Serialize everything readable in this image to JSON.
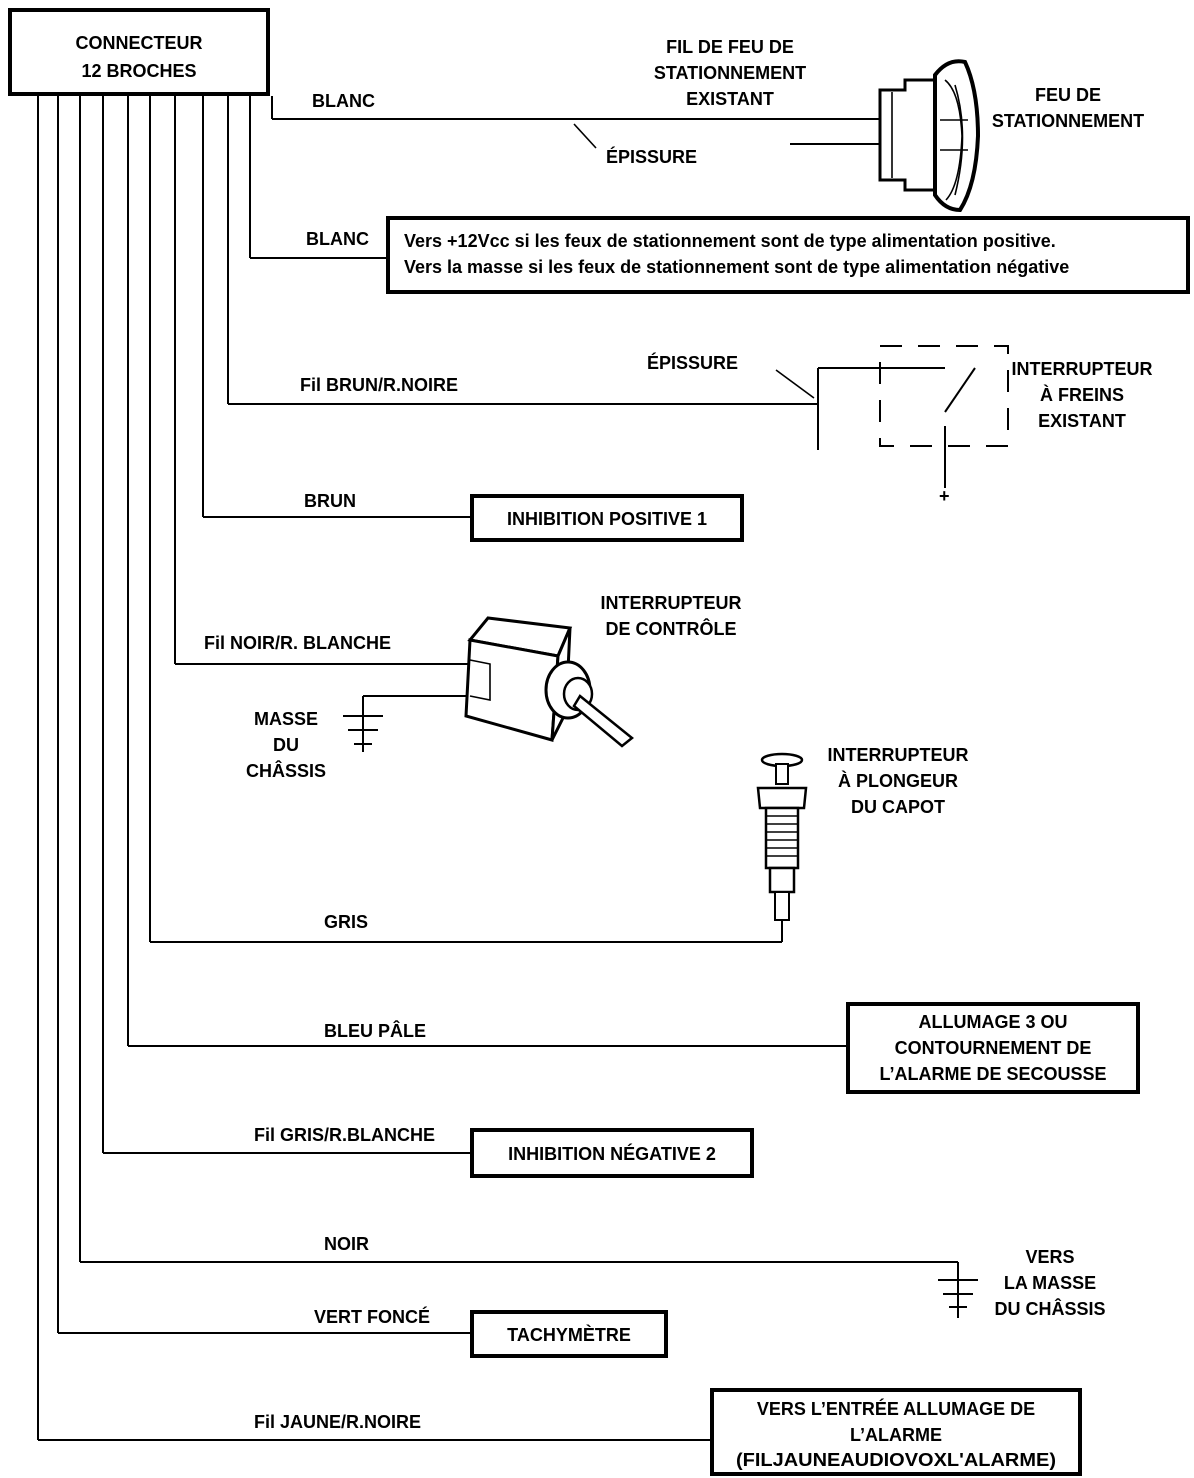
{
  "connector": {
    "line1": "CONNECTEUR",
    "line2": "12 BROCHES"
  },
  "wires": {
    "blanc1": "BLANC",
    "blanc2": "BLANC",
    "brun_noire": "Fil BRUN/R.NOIRE",
    "brun": "BRUN",
    "noir_blanche": "Fil NOIR/R. BLANCHE",
    "gris": "GRIS",
    "bleu_pale": "BLEU PÂLE",
    "gris_blanche": "Fil GRIS/R.BLANCHE",
    "noir": "NOIR",
    "vert_fonce": "VERT FONCÉ",
    "jaune_noire": "Fil JAUNE/R.NOIRE"
  },
  "parking": {
    "wire_label": [
      "FIL DE FEU DE",
      "STATIONNEMENT",
      "EXISTANT"
    ],
    "lamp_label": [
      "FEU DE",
      "STATIONNEMENT"
    ],
    "splice": "ÉPISSURE"
  },
  "polarity_box": {
    "line1": "Vers +12Vcc si les feux de stationnement sont de type alimentation positive.",
    "line2": "Vers la masse si les feux de stationnement sont de type alimentation négative"
  },
  "brake": {
    "splice": "ÉPISSURE",
    "label": [
      "INTERRUPTEUR",
      "À FREINS",
      "EXISTANT"
    ],
    "plus": "+"
  },
  "inhibit_pos": "INHIBITION POSITIVE 1",
  "control_switch": {
    "label": [
      "INTERRUPTEUR",
      "DE CONTRÔLE"
    ]
  },
  "chassis_ground": [
    "MASSE",
    "DU",
    "CHÂSSIS"
  ],
  "hood_switch": {
    "label": [
      "INTERRUPTEUR",
      "À PLONGEUR",
      "DU CAPOT"
    ]
  },
  "ignition3": [
    "ALLUMAGE 3 OU",
    "CONTOURNEMENT DE",
    "L’ALARME DE SECOUSSE"
  ],
  "inhibit_neg": "INHIBITION NÉGATIVE 2",
  "ground_dest": [
    "VERS",
    "LA MASSE",
    "DU CHÂSSIS"
  ],
  "tach": "TACHYMÈTRE",
  "ign_input": [
    "VERS L’ENTRÉE ALLUMAGE DE",
    "L’ALARME",
    "(FILJAUNEAUDIOVOXL'ALARME)"
  ]
}
